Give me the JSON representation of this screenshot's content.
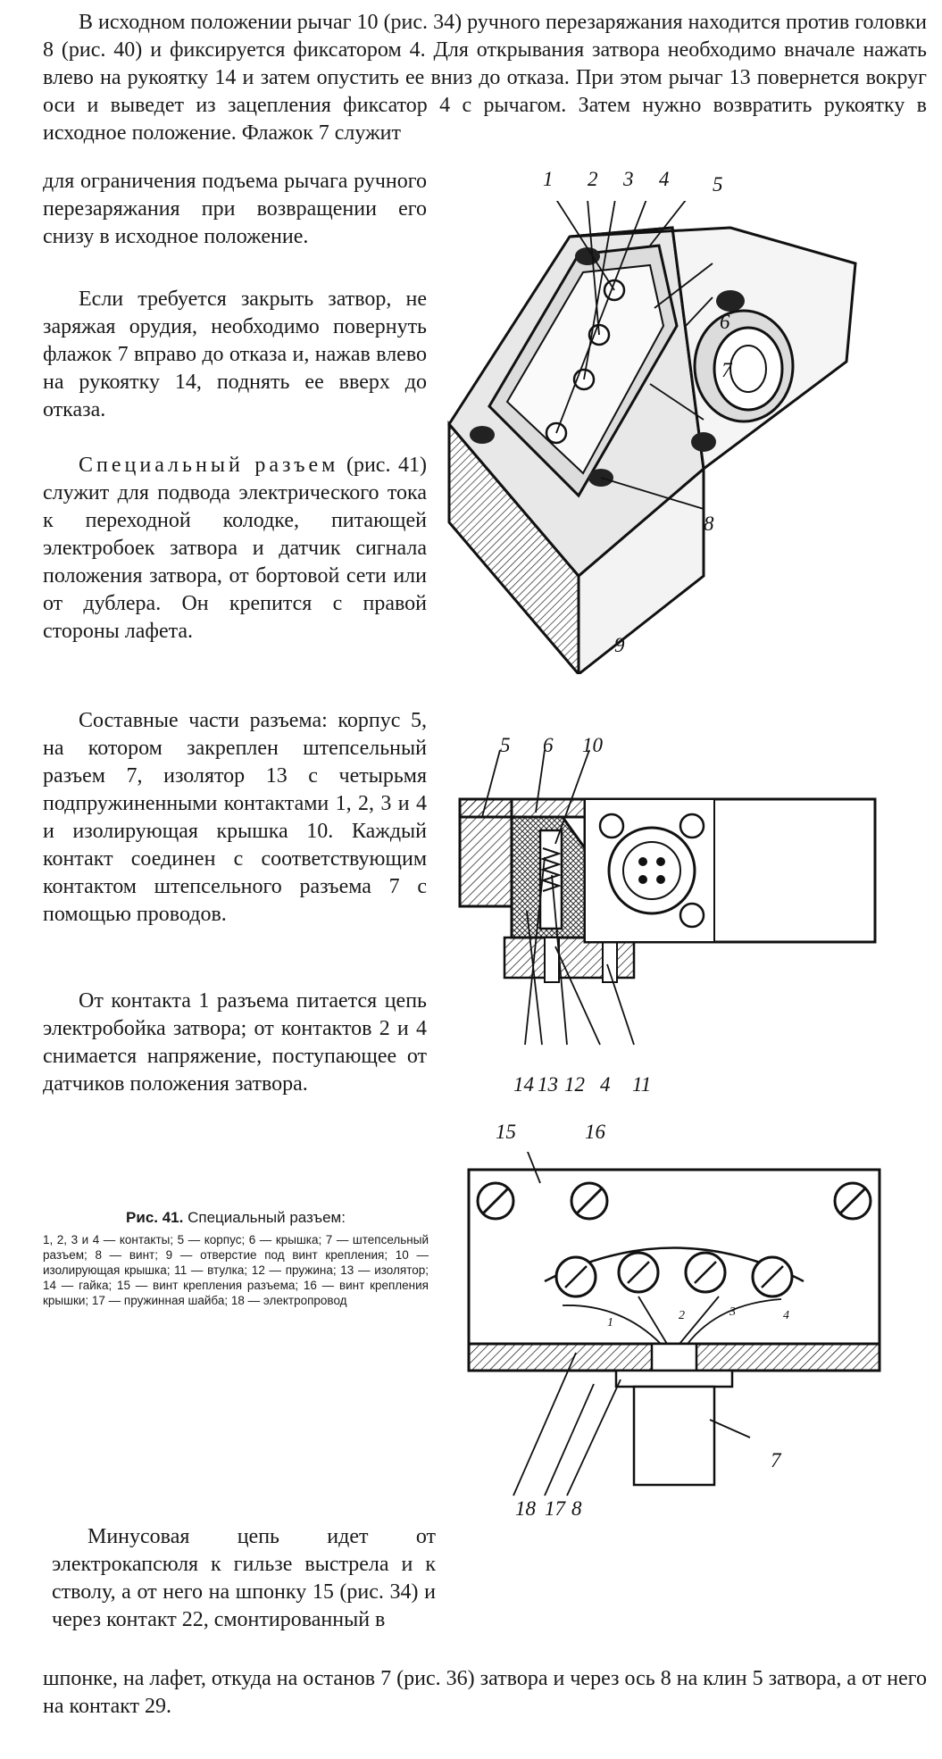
{
  "text": {
    "full_top": "В исходном положении рычаг 10 (рис. 34) ручного перезаряжания находится против головки 8 (рис. 40) и фиксируется фиксатором 4. Для открывания затвора необходимо вначале нажать влево на рукоятку 14 и затем опустить ее вниз до отказа. При этом рычаг 13 повернется вокруг оси и выведет из зацепления фиксатор 4 с рычагом. Затем нужно возвратить рукоятку в исходное положение. Флажок 7 служит",
    "para1_cont": "для ограничения подъема рычага ручного перезаряжания при возвращении его снизу в исходное положение.",
    "para2": "Если требуется закрыть затвор, не заряжая орудия, необходимо повернуть флажок 7 вправо до отказа и, нажав влево на рукоятку 14, поднять ее вверх до отказа.",
    "para3_spaced": "Специальный разъем",
    "para3_rest": "(рис. 41) служит для подвода электрического тока к переходной колодке, питающей электробоек затвора и датчик сигнала положения затвора, от бортовой сети или от дублера. Он крепится с правой стороны лафета.",
    "para4": "Составные части разъема: корпус 5, на котором закреплен штепсельный разъем 7, изолятор 13 с четырьмя подпружиненными контактами 1, 2, 3 и 4 и изолирующая крышка 10. Каждый контакт соединен с соответствующим контактом штепсельного разъема 7 с помощью проводов.",
    "para5": "От контакта 1 разъема питается цепь электробойка затвора; от контактов 2 и 4 снимается напряжение, поступающее от датчиков положения затвора.",
    "para6": "Минусовая цепь идет от электрокапсюля к гильзе выстрела и к стволу, а от него на шпонку 15 (рис. 34) и через контакт 22, смонтированный в",
    "para_bottom": "шпонке, на лафет, откуда на останов 7 (рис. 36) затвора и через ось 8 на клин 5 затвора, а от него на контакт 29."
  },
  "caption": {
    "label": "Рис. 41.",
    "title": "Специальный разъем:",
    "body": "1, 2, 3 и 4 — контакты; 5 — корпус; 6 — крышка; 7 — штепсельный разъем; 8 — винт; 9 — отверстие под винт крепления; 10 — изолирующая крышка; 11 — втулка; 12 — пружина; 13 — изолятор; 14 — гайка; 15 — винт крепления разъема; 16 — винт крепления крышки; 17 — пружинная шайба; 18 — электропровод"
  },
  "figure_labels": {
    "top": [
      "1",
      "2",
      "3",
      "4",
      "5",
      "6",
      "7",
      "8",
      "9"
    ],
    "middle": [
      "5",
      "6",
      "10",
      "14",
      "13",
      "12",
      "4",
      "11"
    ],
    "bottom": [
      "15",
      "16",
      "18",
      "17",
      "8",
      "7",
      "1",
      "2",
      "3",
      "4"
    ]
  }
}
